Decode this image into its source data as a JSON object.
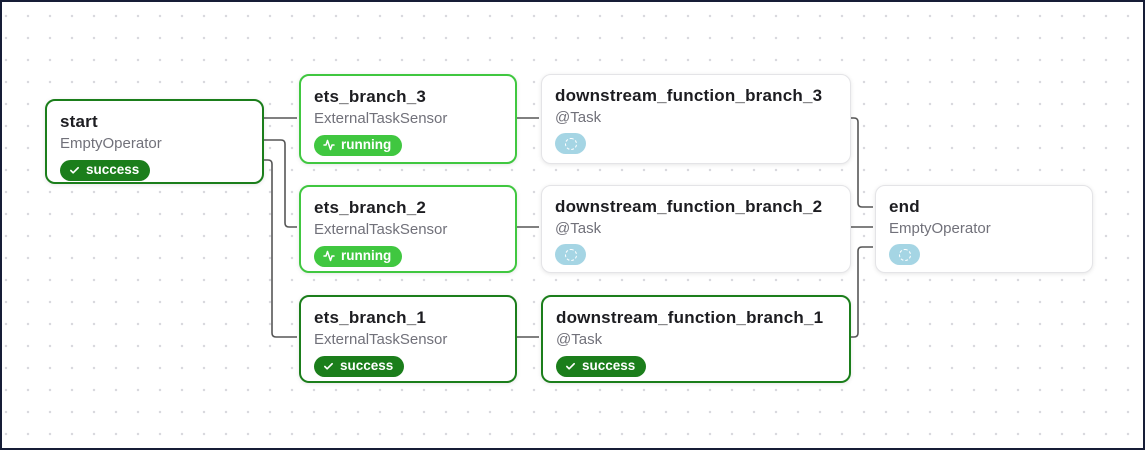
{
  "app": "dag-graph-view",
  "colors": {
    "success": "#1b7e1b",
    "running": "#40c740",
    "no_status": "#a5d5e4",
    "edge": "#565656",
    "plain_border": "#e4e4e7",
    "frame": "#161d36",
    "grid_dot": "#d9d9de"
  },
  "nodes": [
    {
      "id": "start",
      "title": "start",
      "subtitle": "EmptyOperator",
      "state": "success",
      "state_label": "success"
    },
    {
      "id": "ets_branch_3",
      "title": "ets_branch_3",
      "subtitle": "ExternalTaskSensor",
      "state": "running",
      "state_label": "running"
    },
    {
      "id": "ets_branch_2",
      "title": "ets_branch_2",
      "subtitle": "ExternalTaskSensor",
      "state": "running",
      "state_label": "running"
    },
    {
      "id": "ets_branch_1",
      "title": "ets_branch_1",
      "subtitle": "ExternalTaskSensor",
      "state": "success",
      "state_label": "success"
    },
    {
      "id": "downstream_function_branch_3",
      "title": "downstream_function_branch_3",
      "subtitle": "@Task",
      "state": "no_status",
      "state_label": ""
    },
    {
      "id": "downstream_function_branch_2",
      "title": "downstream_function_branch_2",
      "subtitle": "@Task",
      "state": "no_status",
      "state_label": ""
    },
    {
      "id": "downstream_function_branch_1",
      "title": "downstream_function_branch_1",
      "subtitle": "@Task",
      "state": "success",
      "state_label": "success"
    },
    {
      "id": "end",
      "title": "end",
      "subtitle": "EmptyOperator",
      "state": "no_status",
      "state_label": ""
    }
  ],
  "edges": [
    {
      "from": "start",
      "to": "ets_branch_3"
    },
    {
      "from": "start",
      "to": "ets_branch_2"
    },
    {
      "from": "start",
      "to": "ets_branch_1"
    },
    {
      "from": "ets_branch_3",
      "to": "downstream_function_branch_3"
    },
    {
      "from": "ets_branch_2",
      "to": "downstream_function_branch_2"
    },
    {
      "from": "ets_branch_1",
      "to": "downstream_function_branch_1"
    },
    {
      "from": "downstream_function_branch_3",
      "to": "end"
    },
    {
      "from": "downstream_function_branch_2",
      "to": "end"
    },
    {
      "from": "downstream_function_branch_1",
      "to": "end"
    }
  ]
}
